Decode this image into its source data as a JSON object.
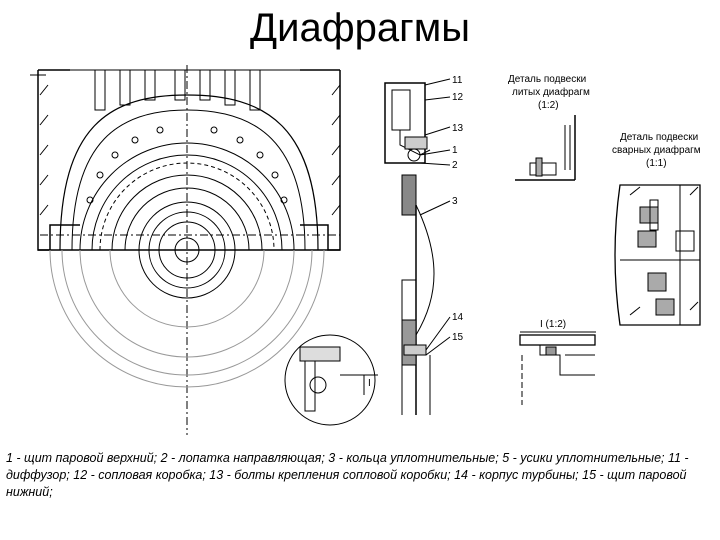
{
  "page": {
    "title": "Диафрагмы",
    "caption": "1 - щит паровой верхний; 2 - лопатка направляющая; 3 - кольца уплотнительные; 5 - усики уплотнительные; 11 - диффузор; 12 - сопловая коробка; 13 - болты крепления сопловой коробки; 14 - корпус турбины; 15 - щит паровой нижний;"
  },
  "drawing": {
    "callouts": [
      "11",
      "12",
      "13",
      "1",
      "2",
      "3",
      "14",
      "15"
    ],
    "detail_cast": {
      "line1": "Деталь подвески",
      "line2": "литых диафрагм",
      "scale": "(1:2)"
    },
    "detail_welded": {
      "line1": "Деталь подвески",
      "line2": "сварных диафрагм",
      "scale": "(1:1)"
    },
    "detail_I": {
      "label": "I (1:2)"
    },
    "marker_I": "I"
  }
}
